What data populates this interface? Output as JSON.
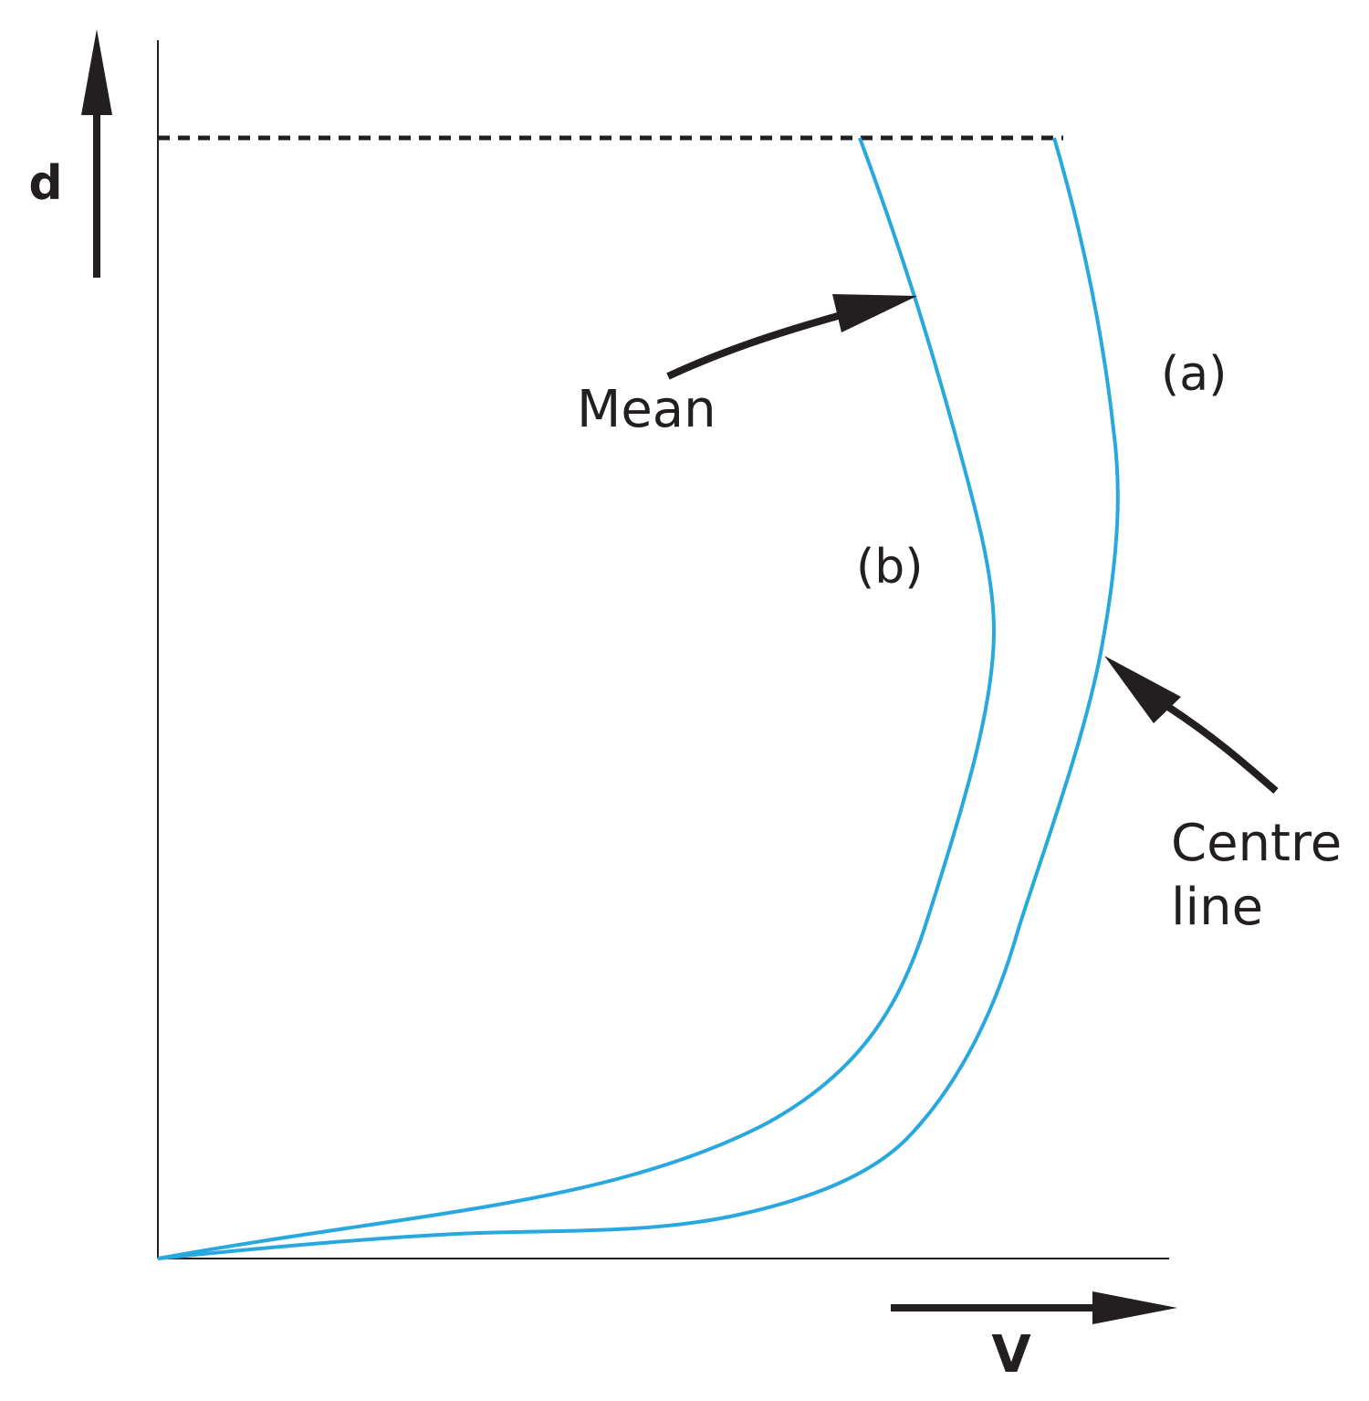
{
  "axes": {
    "y_label": "d",
    "x_label": "V"
  },
  "curves": [
    {
      "id": "a",
      "label": "(a)",
      "annotation": [
        "Centre",
        "line"
      ]
    },
    {
      "id": "b",
      "label": "(b)",
      "annotation": [
        "Mean"
      ]
    }
  ],
  "colors": {
    "curve": "#29a8e0",
    "ink": "#231f20"
  }
}
